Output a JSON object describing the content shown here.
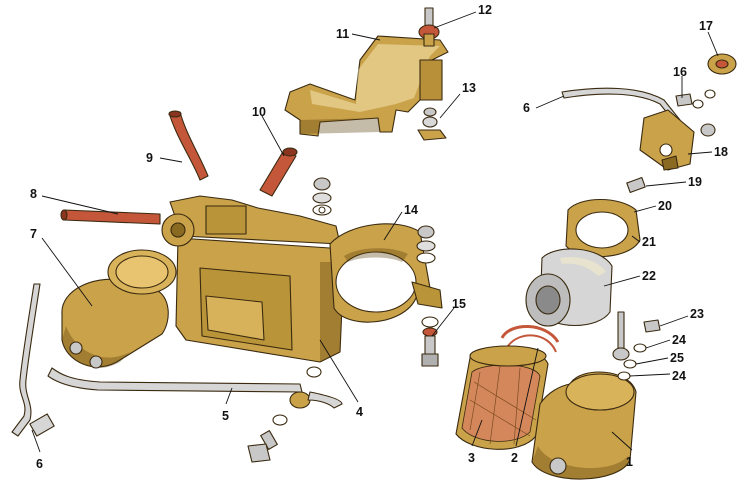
{
  "colors": {
    "brass": "#c9a24a",
    "brass_dark": "#9c7a2c",
    "copper": "#c4573a",
    "steel": "#c8c8c8",
    "mesh": "#d4875a"
  },
  "labels": {
    "c1": "1",
    "c2": "2",
    "c3": "3",
    "c4": "4",
    "c5": "5",
    "c6a": "6",
    "c6b": "6",
    "c7": "7",
    "c8": "8",
    "c9": "9",
    "c10": "10",
    "c11": "11",
    "c12": "12",
    "c13": "13",
    "c14": "14",
    "c15": "15",
    "c16": "16",
    "c17": "17",
    "c18": "18",
    "c19": "19",
    "c20": "20",
    "c21": "21",
    "c22": "22",
    "c23": "23",
    "c24a": "24",
    "c24b": "24",
    "c25": "25"
  }
}
